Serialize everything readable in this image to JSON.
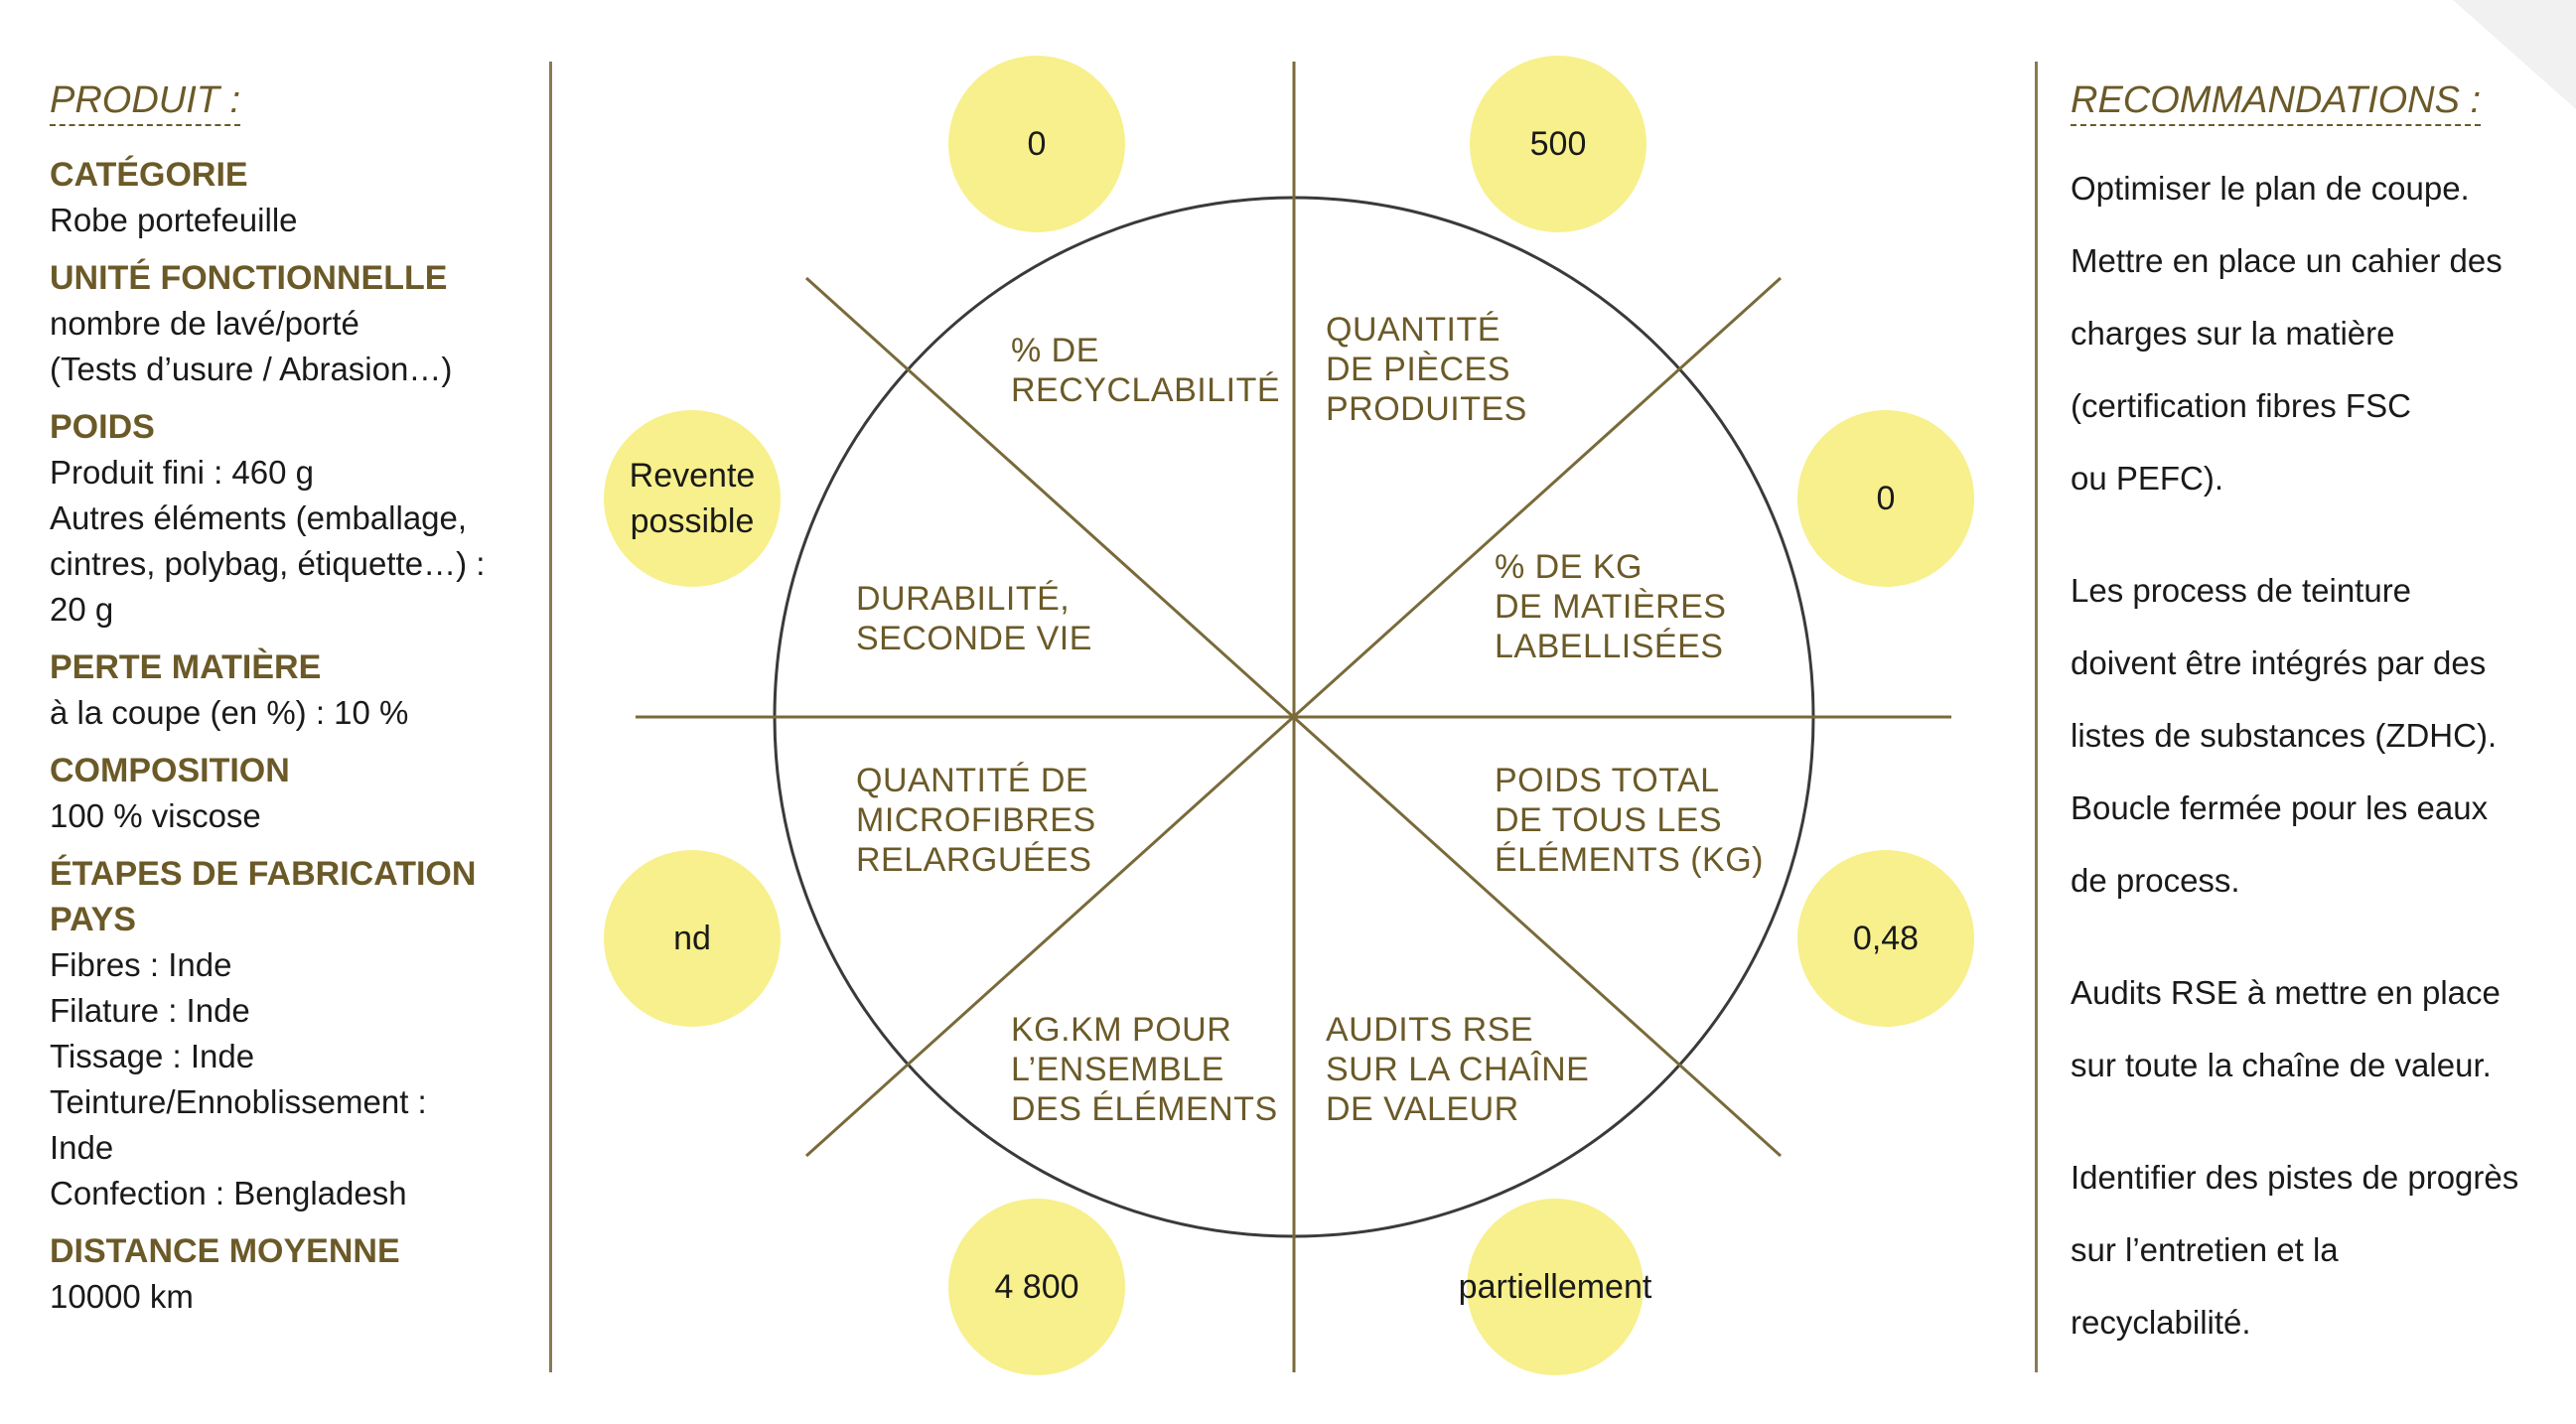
{
  "product": {
    "title": "PRODUIT :",
    "fields": [
      {
        "label": "CATÉGORIE",
        "lines": [
          "Robe portefeuille"
        ]
      },
      {
        "label": "UNITÉ FONCTIONNELLE",
        "lines": [
          "nombre de lavé/porté",
          "(Tests d’usure / Abrasion…)"
        ]
      },
      {
        "label": "POIDS",
        "lines": [
          "Produit fini : 460 g",
          "Autres éléments (emballage,",
          "cintres, polybag, étiquette…) :",
          "20 g"
        ]
      },
      {
        "label": "PERTE MATIÈRE",
        "lines": [
          "à la coupe (en %) : 10 %"
        ]
      },
      {
        "label": "COMPOSITION",
        "lines": [
          "100 % viscose"
        ]
      },
      {
        "label": "ÉTAPES DE FABRICATION",
        "lines": []
      },
      {
        "label": "PAYS",
        "lines": [
          "Fibres : Inde",
          "Filature : Inde",
          "Tissage : Inde",
          "Teinture/Ennoblissement :",
          "Inde",
          "Confection : Bengladesh"
        ]
      },
      {
        "label": "DISTANCE MOYENNE",
        "lines": [
          "10000 km"
        ]
      }
    ]
  },
  "recommendations": {
    "title": "RECOMMANDATIONS :",
    "paragraphs": [
      [
        "Optimiser le plan de coupe.",
        "Mettre en place un cahier des",
        "charges sur la matière",
        "(certification fibres FSC",
        "ou PEFC)."
      ],
      [
        "Les process de teinture",
        "doivent être intégrés par des",
        "listes de substances (ZDHC).",
        "Boucle fermée pour les eaux",
        "de process."
      ],
      [
        "Audits RSE à mettre en place",
        "sur toute la chaîne de valeur."
      ],
      [
        "Identifier des pistes de progrès",
        "sur l’entretien et la",
        "recyclabilité."
      ]
    ]
  },
  "diagram": {
    "segments": [
      {
        "label_lines": [
          "% DE",
          "RECYCLABILITÉ"
        ],
        "value_lines": [
          "0"
        ]
      },
      {
        "label_lines": [
          "QUANTITÉ",
          "DE PIÈCES",
          "PRODUITES"
        ],
        "value_lines": [
          "500"
        ]
      },
      {
        "label_lines": [
          "% DE KG",
          "DE MATIÈRES",
          "LABELLISÉES"
        ],
        "value_lines": [
          "0"
        ]
      },
      {
        "label_lines": [
          "POIDS TOTAL",
          "DE TOUS LES",
          "ÉLÉMENTS  (KG)"
        ],
        "value_lines": [
          "0,48"
        ]
      },
      {
        "label_lines": [
          "AUDITS RSE",
          "SUR LA CHAÎNE",
          "DE VALEUR"
        ],
        "value_lines": [
          "partiellement"
        ]
      },
      {
        "label_lines": [
          "KG.KM POUR",
          "L’ENSEMBLE",
          "DES ÉLÉMENTS"
        ],
        "value_lines": [
          "4 800"
        ]
      },
      {
        "label_lines": [
          "QUANTITÉ DE",
          "MICROFIBRES",
          "RELARGUÉES"
        ],
        "value_lines": [
          "nd"
        ]
      },
      {
        "label_lines": [
          "DURABILITÉ,",
          "SECONDE VIE"
        ],
        "value_lines": [
          "Revente",
          "possible"
        ]
      }
    ],
    "colors": {
      "accent": "#6b5a28",
      "line": "#7a6a3a",
      "bubble": "#f7f08c"
    }
  }
}
